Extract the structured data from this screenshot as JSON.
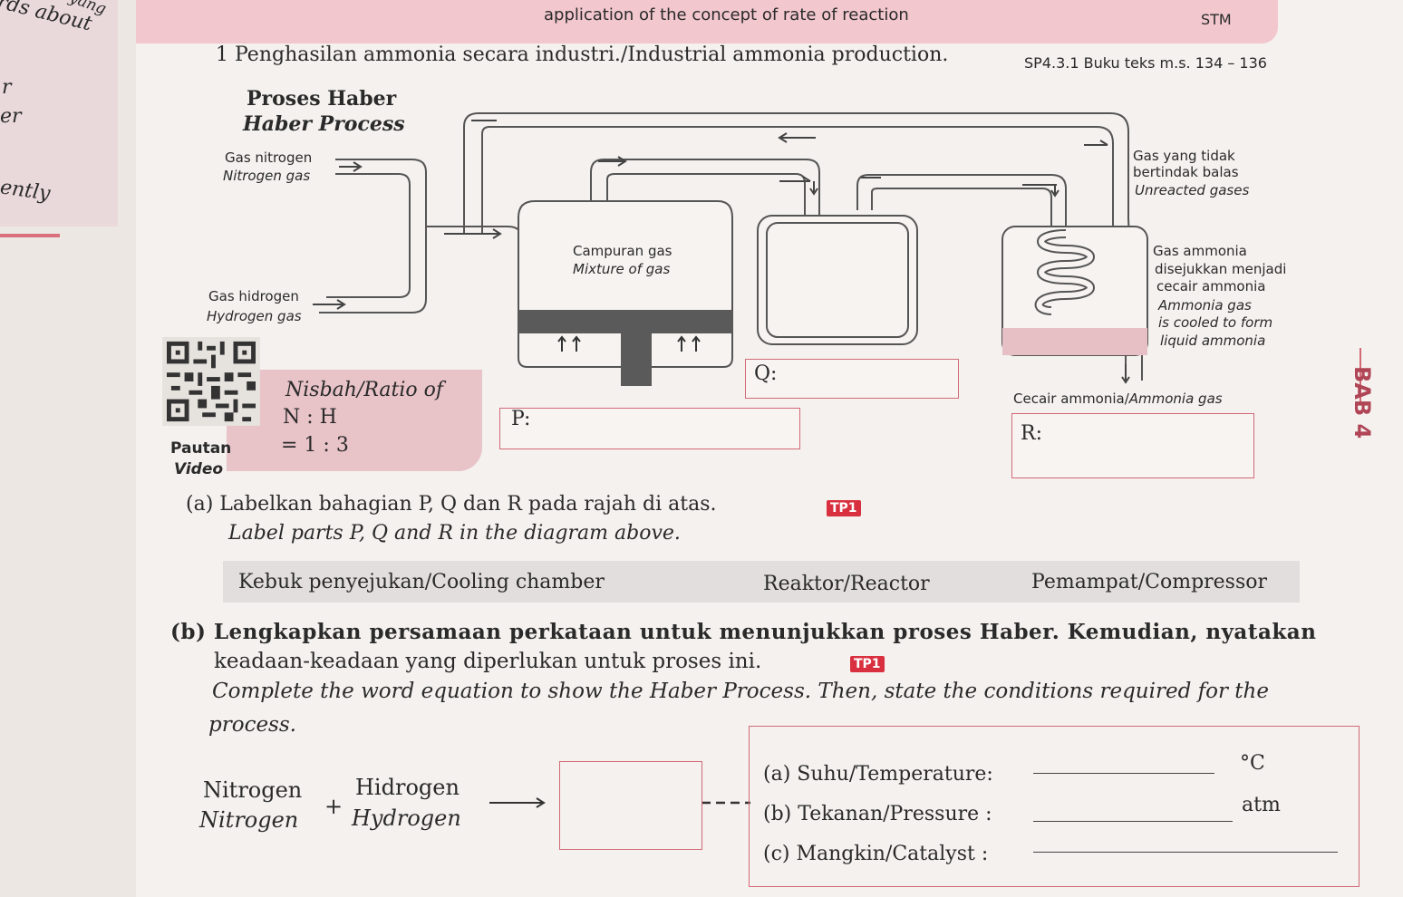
{
  "margin_fragments": [
    "yang",
    "rds about",
    "r",
    "er",
    "ently"
  ],
  "header": {
    "text": "application of the concept of rate of reaction",
    "badge": "STM",
    "reference": "SP4.3.1 Buku teks m.s. 134 – 136"
  },
  "item": {
    "title": "1 Penghasilan ammonia secara industri./Industrial ammonia production."
  },
  "diagram": {
    "title_ms": "Proses Haber",
    "title_en": "Haber Process",
    "nitrogen_ms": "Gas nitrogen",
    "nitrogen_en": "Nitrogen gas",
    "hydrogen_ms": "Gas hidrogen",
    "hydrogen_en": "Hydrogen gas",
    "mixture_ms": "Campuran gas",
    "mixture_en": "Mixture of gas",
    "unreacted_ms_1": "Gas yang tidak",
    "unreacted_ms_2": "bertindak balas",
    "unreacted_en": "Unreacted gases",
    "cooled_ms_1": "Gas ammonia",
    "cooled_ms_2": "disejukkan menjadi",
    "cooled_ms_3": "cecair ammonia",
    "cooled_en_1": "Ammonia gas",
    "cooled_en_2": "is cooled to form",
    "cooled_en_3": "liquid ammonia",
    "liquid_ms": "Cecair ammonia/",
    "liquid_en": "Ammonia gas",
    "label_p": "P:",
    "label_q": "Q:",
    "label_r": "R:",
    "ratio_title": "Nisbah/Ratio of",
    "ratio_nh": "N : H",
    "ratio_value": "= 1 : 3",
    "video_1": "Pautan",
    "video_2": "Video"
  },
  "side_tab": {
    "label": "BAB 4"
  },
  "question_a": {
    "ms": "(a) Labelkan bahagian P, Q dan R pada rajah di atas.",
    "en": "Label parts P, Q and R in the diagram above.",
    "tag": "TP1",
    "choices": [
      "Kebuk penyejukan/Cooling chamber",
      "Reaktor/Reactor",
      "Pemampat/Compressor"
    ]
  },
  "question_b": {
    "line1": "(b) Lengkapkan persamaan perkataan untuk menunjukkan proses Haber. Kemudian, nyatakan",
    "line2": "keadaan-keadaan yang diperlukan untuk proses ini.",
    "tag": "TP1",
    "line3": "Complete the word equation to show the Haber Process. Then, state the conditions required for the",
    "line4": "process.",
    "eq_nitrogen_ms": "Nitrogen",
    "eq_nitrogen_en": "Nitrogen",
    "eq_plus": "+",
    "eq_hydrogen_ms": "Hidrogen",
    "eq_hydrogen_en": "Hydrogen",
    "cond_a": "(a) Suhu/Temperature:",
    "cond_b": "(b) Tekanan/Pressure :",
    "cond_c": "(c) Mangkin/Catalyst :",
    "unit_a": "°C",
    "unit_b": "atm"
  },
  "colors": {
    "accent_pink": "#f2c7ce",
    "box_border": "#d26a76",
    "tag_red": "#d9303f"
  }
}
